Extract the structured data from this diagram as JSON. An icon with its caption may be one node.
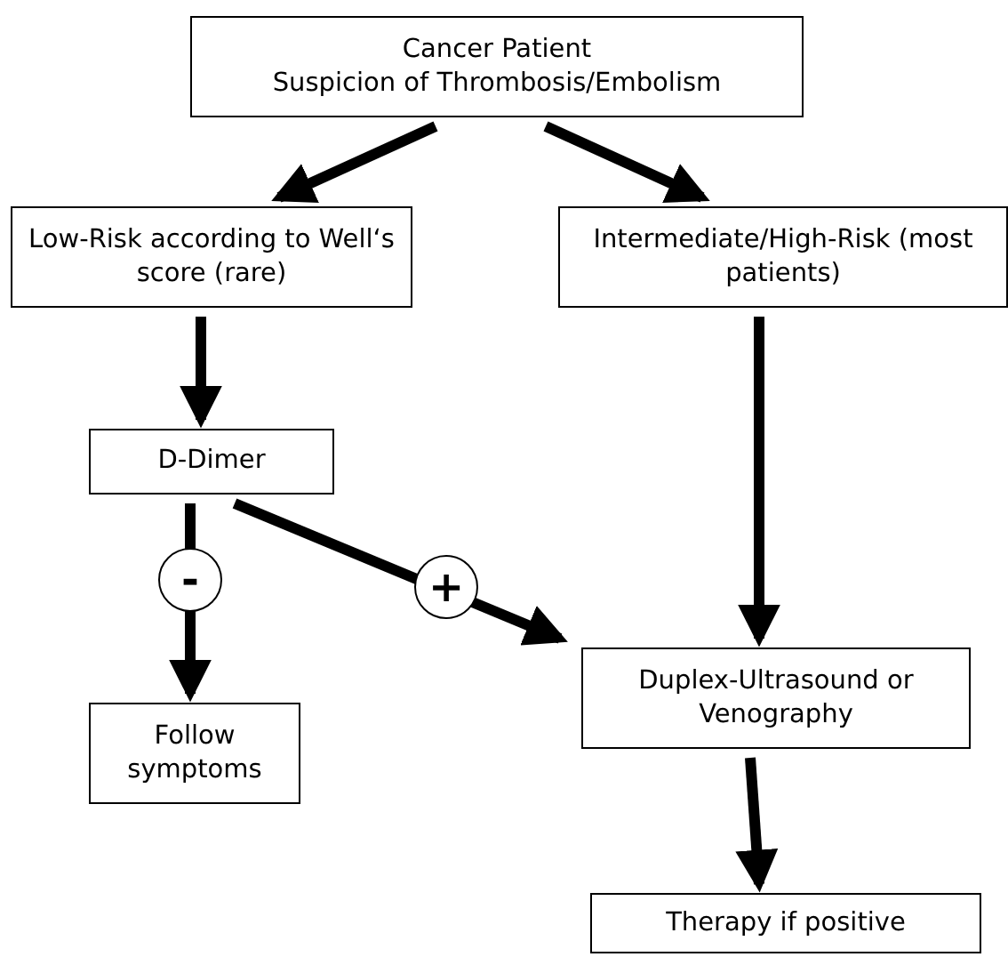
{
  "diagram": {
    "nodes": [
      {
        "text": [
          "Cancer Patient",
          "Suspicion of Thrombosis/Embolism"
        ]
      },
      {
        "text": [
          "Low-Risk according to Well‘s score (rare)"
        ]
      },
      {
        "text": [
          "Intermediate/High-Risk (most patients)"
        ]
      },
      {
        "text": [
          "D-Dimer"
        ]
      },
      {
        "text": [
          "Follow symptoms"
        ]
      },
      {
        "text": [
          "Duplex-Ultrasound or Venography"
        ]
      },
      {
        "text": [
          "Therapy if positive"
        ]
      }
    ],
    "edges": [
      {
        "from": 0,
        "to": 1,
        "arrow": "to"
      },
      {
        "from": 0,
        "to": 2,
        "arrow": "to"
      },
      {
        "from": 1,
        "to": 3,
        "arrow": "to"
      },
      {
        "from": 2,
        "to": 5,
        "arrow": "to"
      },
      {
        "from": 3,
        "to": 4,
        "arrow": "to",
        "label": "-"
      },
      {
        "from": 3,
        "to": 5,
        "arrow": "to",
        "label": "+"
      },
      {
        "from": 5,
        "to": 6,
        "arrow": "to"
      }
    ]
  }
}
